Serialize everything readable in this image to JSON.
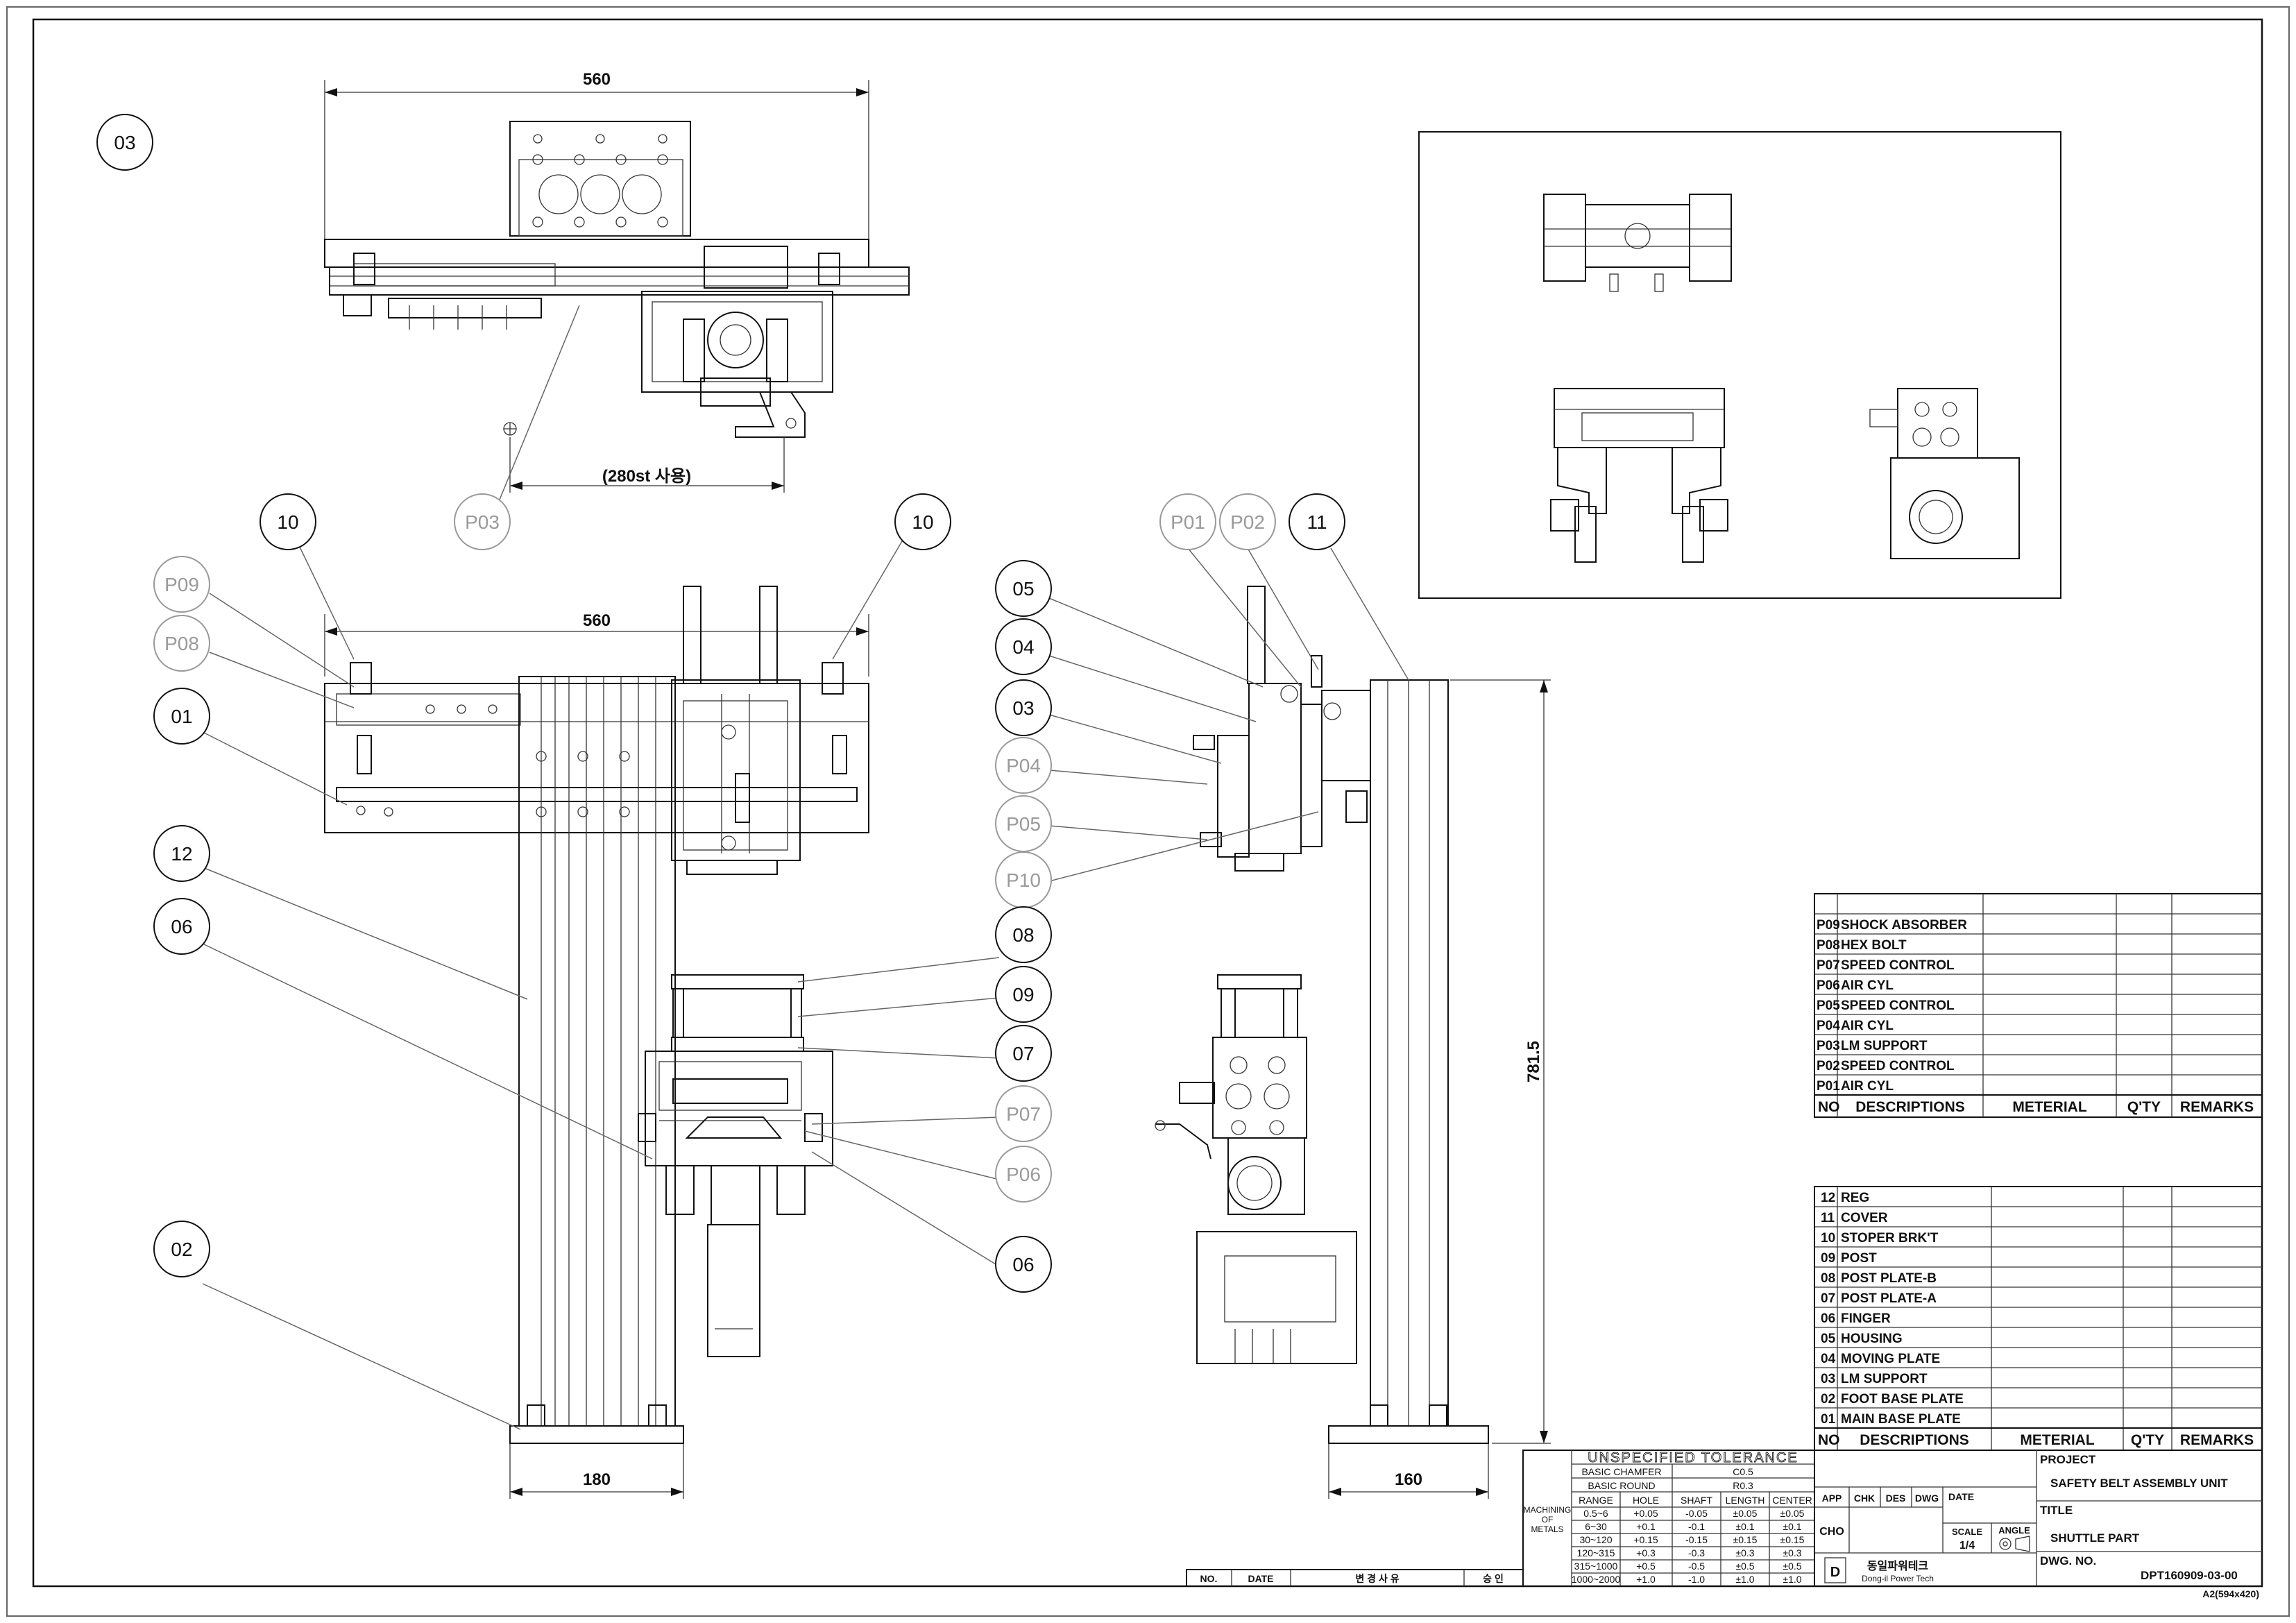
{
  "views": {
    "top": {
      "callout": "03",
      "dim_width": "560",
      "stroke_note": "(280st 사용)",
      "part_ref": "P03"
    },
    "front": {
      "dim_width": "560",
      "dim_base": "180",
      "balloons": [
        "10",
        "10",
        "P09",
        "P08",
        "01",
        "12",
        "06",
        "02",
        "05",
        "04",
        "03",
        "P04",
        "P05",
        "P10",
        "08",
        "09",
        "07",
        "P07",
        "P06",
        "06"
      ]
    },
    "side": {
      "dim_height": "781.5",
      "dim_base": "160",
      "balloons": [
        "P01",
        "P02",
        "11"
      ]
    }
  },
  "parts_list_top": {
    "rows": [
      {
        "no": "P09",
        "desc": "SHOCK ABSORBER"
      },
      {
        "no": "P08",
        "desc": "HEX BOLT"
      },
      {
        "no": "P07",
        "desc": "SPEED CONTROL"
      },
      {
        "no": "P06",
        "desc": "AIR CYL"
      },
      {
        "no": "P05",
        "desc": "SPEED CONTROL"
      },
      {
        "no": "P04",
        "desc": "AIR CYL"
      },
      {
        "no": "P03",
        "desc": "LM SUPPORT"
      },
      {
        "no": "P02",
        "desc": "SPEED CONTROL"
      },
      {
        "no": "P01",
        "desc": "AIR CYL"
      }
    ],
    "header": {
      "no": "NO",
      "desc": "DESCRIPTIONS",
      "material": "METERIAL",
      "qty": "Q'TY",
      "remarks": "REMARKS"
    }
  },
  "parts_list_bottom": {
    "rows": [
      {
        "no": "12",
        "desc": "REG"
      },
      {
        "no": "11",
        "desc": "COVER"
      },
      {
        "no": "10",
        "desc": "STOPER BRK'T"
      },
      {
        "no": "09",
        "desc": "POST"
      },
      {
        "no": "08",
        "desc": "POST PLATE-B"
      },
      {
        "no": "07",
        "desc": "POST PLATE-A"
      },
      {
        "no": "06",
        "desc": "FINGER"
      },
      {
        "no": "05",
        "desc": "HOUSING"
      },
      {
        "no": "04",
        "desc": "MOVING PLATE"
      },
      {
        "no": "03",
        "desc": "LM SUPPORT"
      },
      {
        "no": "02",
        "desc": "FOOT BASE PLATE"
      },
      {
        "no": "01",
        "desc": "MAIN BASE PLATE"
      }
    ],
    "header": {
      "no": "NO",
      "desc": "DESCRIPTIONS",
      "material": "METERIAL",
      "qty": "Q'TY",
      "remarks": "REMARKS"
    }
  },
  "tolerance": {
    "title": "UNSPECIFIED TOLERANCE",
    "chamfer": {
      "label": "BASIC CHAMFER",
      "value": "C0.5"
    },
    "round": {
      "label": "BASIC ROUND",
      "value": "R0.3"
    },
    "side_label": [
      "MACHINING",
      "OF",
      "METALS"
    ],
    "columns": [
      "RANGE",
      "HOLE",
      "SHAFT",
      "LENGTH",
      "CENTER"
    ],
    "rows": [
      [
        "0.5~6",
        "+0.05",
        "-0.05",
        "±0.05",
        "±0.05"
      ],
      [
        "6~30",
        "+0.1",
        "-0.1",
        "±0.1",
        "±0.1"
      ],
      [
        "30~120",
        "+0.15",
        "-0.15",
        "±0.15",
        "±0.15"
      ],
      [
        "120~315",
        "+0.3",
        "-0.3",
        "±0.3",
        "±0.3"
      ],
      [
        "315~1000",
        "+0.5",
        "-0.5",
        "±0.5",
        "±0.5"
      ],
      [
        "1000~2000",
        "+1.0",
        "-1.0",
        "±1.0",
        "±1.0"
      ]
    ]
  },
  "revision": {
    "no": "NO.",
    "date": "DATE",
    "desc": "변 경 사 유",
    "approval": "승 인"
  },
  "title_block": {
    "approval_heads": [
      "APP",
      "CHK",
      "DES",
      "DWG"
    ],
    "drawn_by": "CHO",
    "date_label": "DATE",
    "scale_label": "SCALE",
    "scale_value": "1/4",
    "angle_label": "ANGLE",
    "project_label": "PROJECT",
    "project": "SAFETY BELT ASSEMBLY UNIT",
    "title_label": "TITLE",
    "title": "SHUTTLE PART",
    "dwg_label": "DWG. NO.",
    "dwg_no": "DPT160909-03-00",
    "sheet_size": "A2(594x420)",
    "company_kr": "동일파워테크",
    "company_en": "Dong-il Power Tech"
  }
}
